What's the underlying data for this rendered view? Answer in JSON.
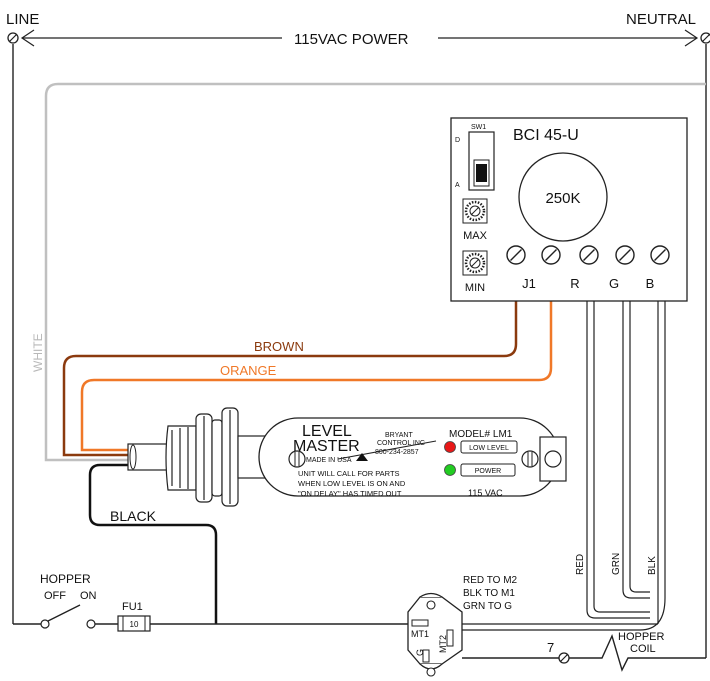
{
  "power": {
    "line_label": "LINE",
    "neutral_label": "NEUTRAL",
    "title": "115VAC POWER"
  },
  "controller": {
    "model": "BCI  45-U",
    "switch_label": "SW1",
    "switch_top_letter": "D",
    "switch_bottom_letter": "A",
    "pot_value": "250K",
    "max_label": "MAX",
    "min_label": "MIN",
    "terminals": [
      "J1",
      "R",
      "G",
      "B"
    ]
  },
  "wires": {
    "white": "WHITE",
    "brown": "BROWN",
    "orange": "ORANGE",
    "black": "BLACK",
    "red": "RED",
    "grn": "GRN",
    "blk": "BLK"
  },
  "colors": {
    "white_wire": "#c0c0c0",
    "brown_wire": "#8b3a0e",
    "orange_wire": "#f07828",
    "led_red": "#e81818",
    "led_green": "#22cc22"
  },
  "sensor": {
    "brand_line1": "LEVEL",
    "brand_line2": "MASTER",
    "made_in": "MADE IN USA",
    "maker_line1": "BRYANT",
    "maker_line2": "CONTROL INC",
    "phone": "800-234-2857",
    "model": "MODEL# LM1",
    "led_low": "LOW LEVEL",
    "led_power": "POWER",
    "note_line1": "UNIT WILL CALL FOR PARTS",
    "note_line2": "WHEN LOW LEVEL IS ON AND",
    "note_line3": "\"ON DELAY\" HAS TIMED OUT",
    "voltage": "115 VAC"
  },
  "hopper": {
    "title": "HOPPER",
    "off": "OFF",
    "on": "ON",
    "fuse_label": "FU1",
    "fuse_value": "10",
    "coil_line1": "HOPPER",
    "coil_line2": "COIL",
    "terminal_7": "7"
  },
  "triac": {
    "note_line1": "RED TO M2",
    "note_line2": "BLK TO M1",
    "note_line3": "GRN TO G",
    "mt1": "MT1",
    "mt2": "MT2",
    "g": "G"
  }
}
